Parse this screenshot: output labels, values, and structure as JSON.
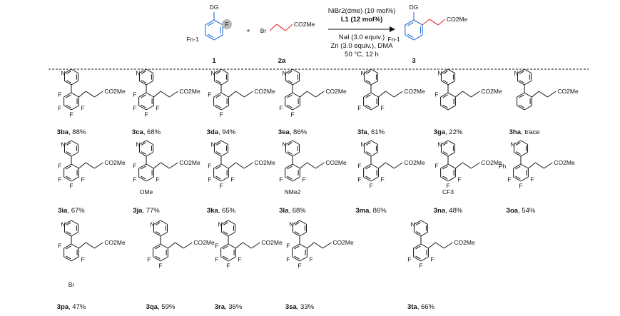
{
  "scheme": {
    "reactant1": {
      "label": "1",
      "dg": "DG",
      "f": "F",
      "fn": "Fn-1",
      "color": "#2a6fd6"
    },
    "plus": "+",
    "reactant2": {
      "label": "2a",
      "br": "Br",
      "ester": "CO2Me",
      "color": "#e0322b"
    },
    "conditions": [
      "NiBr2(dme) (10 mol%)",
      "L1 (12 mol%)",
      "NaI (3.0 equiv.)",
      "Zn (3.0 equiv.), DMA",
      "50 °C, 12 h"
    ],
    "product": {
      "label": "3",
      "dg": "DG",
      "fn": "Fn-1",
      "ester": "CO2Me"
    }
  },
  "compounds": [
    {
      "id": "3ba",
      "yield": ", 88%"
    },
    {
      "id": "3ca",
      "yield": ", 68%"
    },
    {
      "id": "3da",
      "yield": ", 94%"
    },
    {
      "id": "3ea",
      "yield": ", 86%"
    },
    {
      "id": "3fa",
      "yield": ", 61%"
    },
    {
      "id": "3ga",
      "yield": ", 22%"
    },
    {
      "id": "3ha",
      "yield": ", trace"
    },
    {
      "id": "3ia",
      "yield": ", 67%"
    },
    {
      "id": "3ja",
      "yield": ", 77%"
    },
    {
      "id": "3ka",
      "yield": ", 65%"
    },
    {
      "id": "3la",
      "yield": ", 68%"
    },
    {
      "id": "3ma",
      "yield": ", 86%"
    },
    {
      "id": "3na",
      "yield": ", 48%"
    },
    {
      "id": "3oa",
      "yield": ", 54%"
    },
    {
      "id": "3pa",
      "yield": ", 47%"
    },
    {
      "id": "3qa",
      "yield": ", 59%"
    },
    {
      "id": "3ra",
      "yield": ", 36%"
    },
    {
      "id": "3sa",
      "yield": ", 33%"
    },
    {
      "id": "3ta",
      "yield": ", 66%"
    }
  ]
}
